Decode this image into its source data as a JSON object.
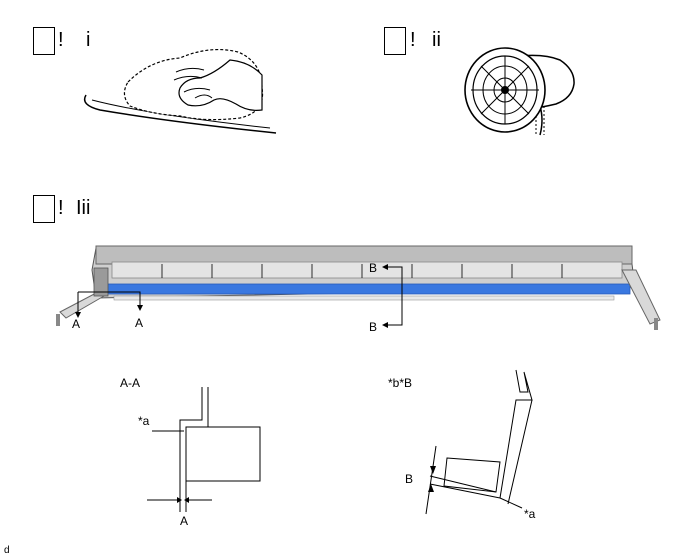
{
  "steps": [
    {
      "mark": "!",
      "label": "i"
    },
    {
      "mark": "!",
      "label": "ii"
    },
    {
      "mark": "!",
      "label": "Iii"
    }
  ],
  "main_view": {
    "cut_a_left": "A",
    "cut_a_right": "A",
    "cut_b_top": "B",
    "cut_b_bottom": "B"
  },
  "detail_aa": {
    "title": "A-A",
    "callout": "*a",
    "dim_label": "A"
  },
  "detail_b": {
    "title": "*b*B",
    "dim_label": "B",
    "callout": "*a"
  },
  "footer": {
    "mark": "d"
  },
  "colors": {
    "seal_strip": "#3a78e0",
    "panel_gray": "#b9b9b9",
    "panel_light": "#e4e4e4"
  }
}
